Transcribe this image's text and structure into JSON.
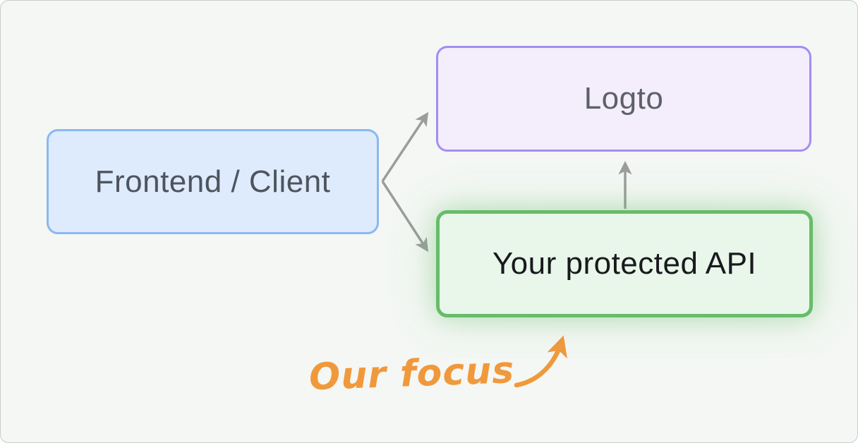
{
  "diagram": {
    "nodes": {
      "frontend": {
        "label": "Frontend / Client"
      },
      "logto": {
        "label": "Logto"
      },
      "api": {
        "label": "Your protected API"
      }
    },
    "edges": [
      {
        "from": "frontend",
        "to": "logto"
      },
      {
        "from": "frontend",
        "to": "api"
      },
      {
        "from": "api",
        "to": "logto"
      }
    ],
    "annotation": {
      "label": "Our focus",
      "points_to": "api"
    }
  },
  "theme": {
    "bg": "#f4f7f4",
    "frontend_fill": "#ddebfc",
    "frontend_border": "#8db7f2",
    "frontend_text": "#4e545e",
    "logto_fill": "#f4edfc",
    "logto_border": "#a28ef1",
    "logto_text": "#5d6167",
    "api_fill": "#e9f6ea",
    "api_border": "#67bc6a",
    "api_text": "#181a1d",
    "edge": "#9c9c9c",
    "accent": "#f0993c"
  }
}
